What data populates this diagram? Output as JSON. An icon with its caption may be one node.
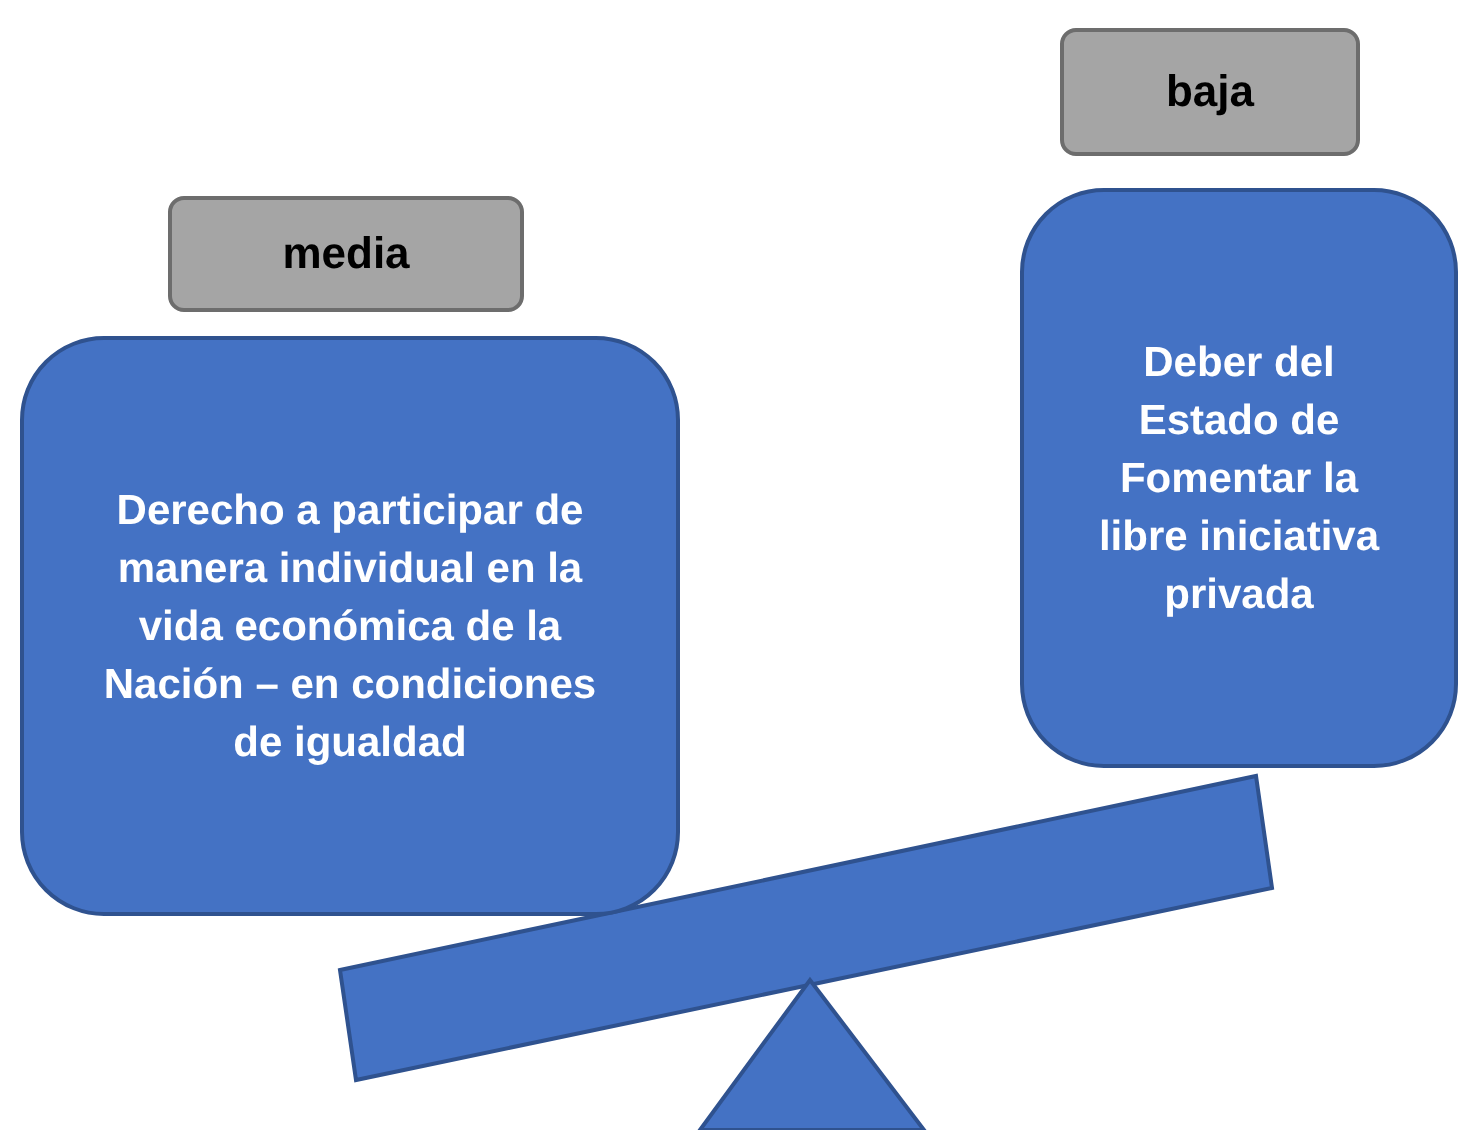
{
  "diagram": {
    "nodes": [
      {
        "text": [
          "media"
        ]
      },
      {
        "text": [
          "Derecho a participar de manera individual en la vida económica de la Nación – en condiciones de igualdad"
        ]
      },
      {
        "text": [
          "baja"
        ]
      },
      {
        "text": [
          "Deber del Estado de Fomentar la libre iniciativa privada"
        ]
      }
    ],
    "edges": []
  }
}
